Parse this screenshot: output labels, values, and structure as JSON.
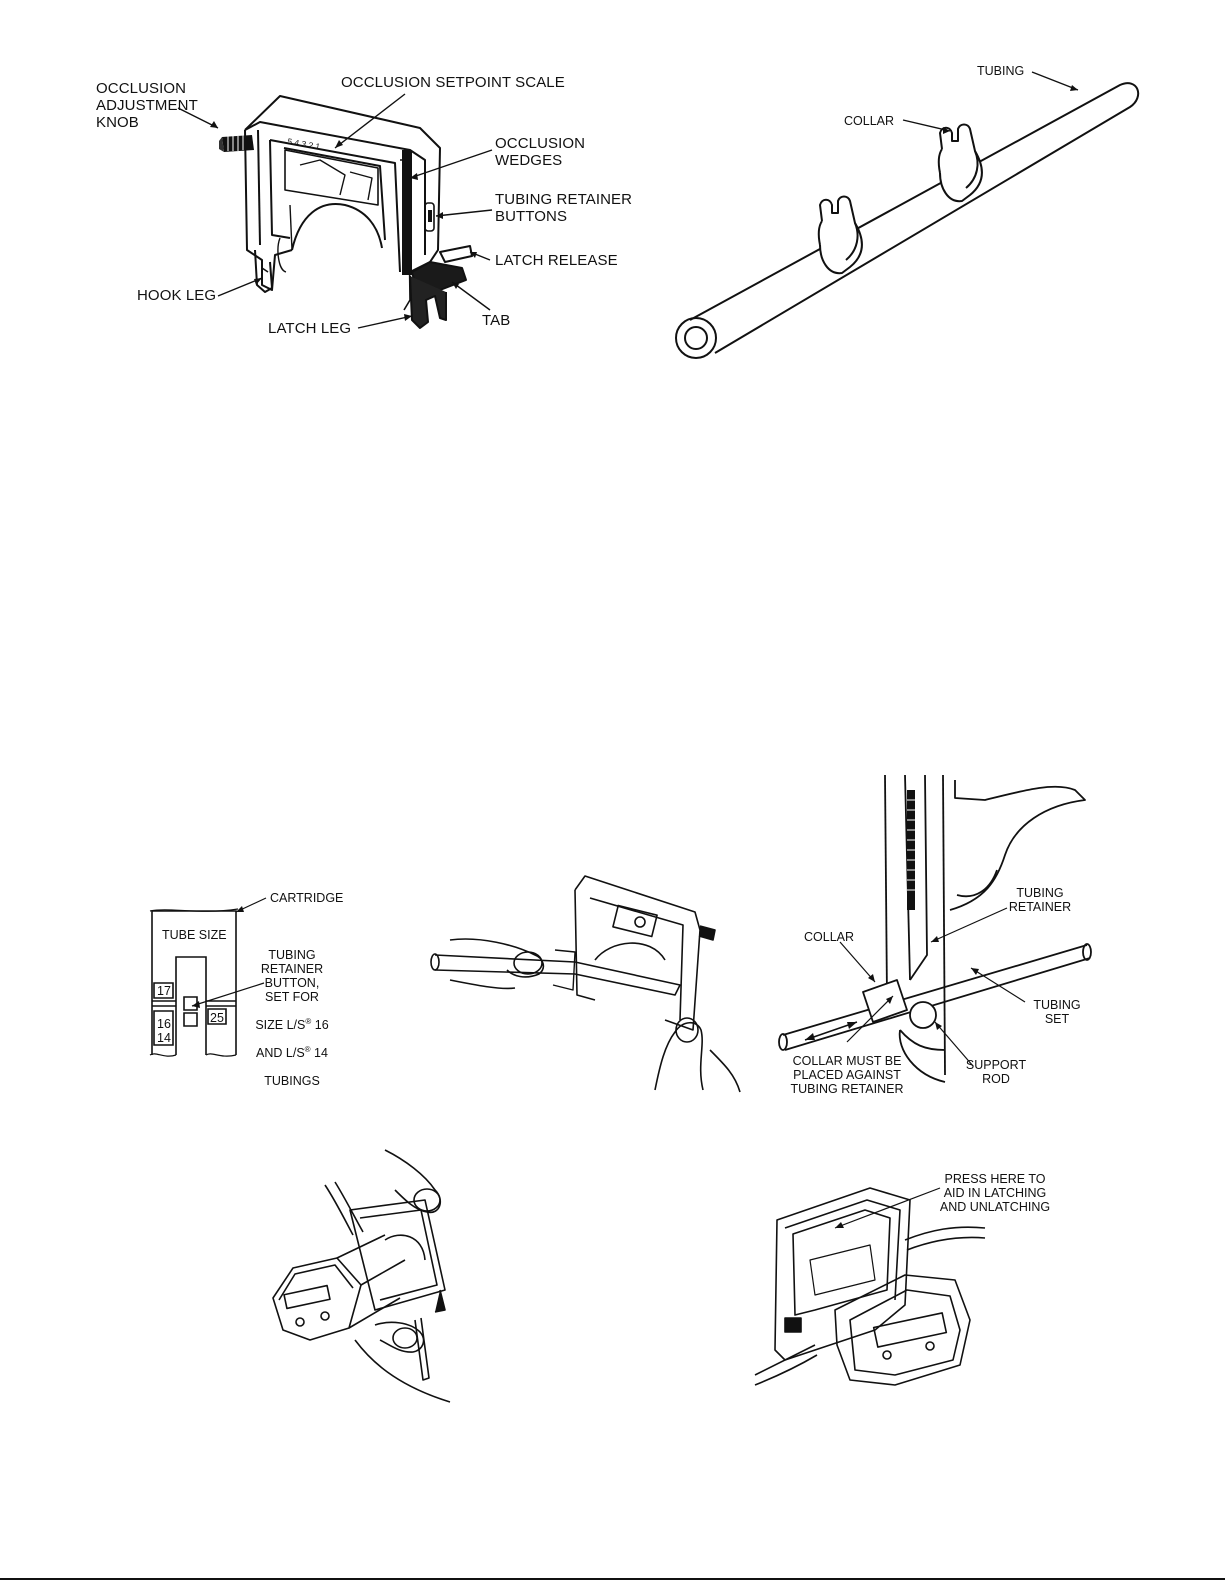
{
  "figures": {
    "cartridge_parts": {
      "labels": {
        "occlusion_knob": "OCCLUSION\nADJUSTMENT\nKNOB",
        "setpoint_scale": "OCCLUSION SETPOINT SCALE",
        "wedges": "OCCLUSION\nWEDGES",
        "retainer_buttons": "TUBING RETAINER\nBUTTONS",
        "latch_release": "LATCH RELEASE",
        "hook_leg": "HOOK LEG",
        "latch_leg": "LATCH LEG",
        "tab": "TAB",
        "scale_digits": "5 4 3 2 1"
      }
    },
    "tubing_collars": {
      "labels": {
        "tubing": "TUBING",
        "collar": "COLLAR"
      }
    },
    "tube_size": {
      "labels": {
        "cartridge": "CARTRIDGE",
        "tube_size": "TUBE SIZE",
        "button_note_line1": "TUBING\nRETAINER\nBUTTON,\nSET FOR",
        "button_note_size16_prefix": "SIZE L/S",
        "button_note_size16_suffix": " 16",
        "button_note_size14_prefix": "AND L/S",
        "button_note_size14_suffix": " 14",
        "button_note_last": "TUBINGS",
        "registered": "®",
        "size_17": "17",
        "size_16": "16",
        "size_14": "14",
        "size_25": "25"
      }
    },
    "collar_placement": {
      "labels": {
        "tubing_retainer": "TUBING\nRETAINER",
        "collar": "COLLAR",
        "tubing_set": "TUBING\nSET",
        "collar_note": "COLLAR MUST BE\nPLACED AGAINST\nTUBING RETAINER",
        "support_rod": "SUPPORT\nROD"
      }
    },
    "latching": {
      "labels": {
        "press_here": "PRESS HERE TO\nAID IN LATCHING\nAND UNLATCHING"
      }
    }
  }
}
